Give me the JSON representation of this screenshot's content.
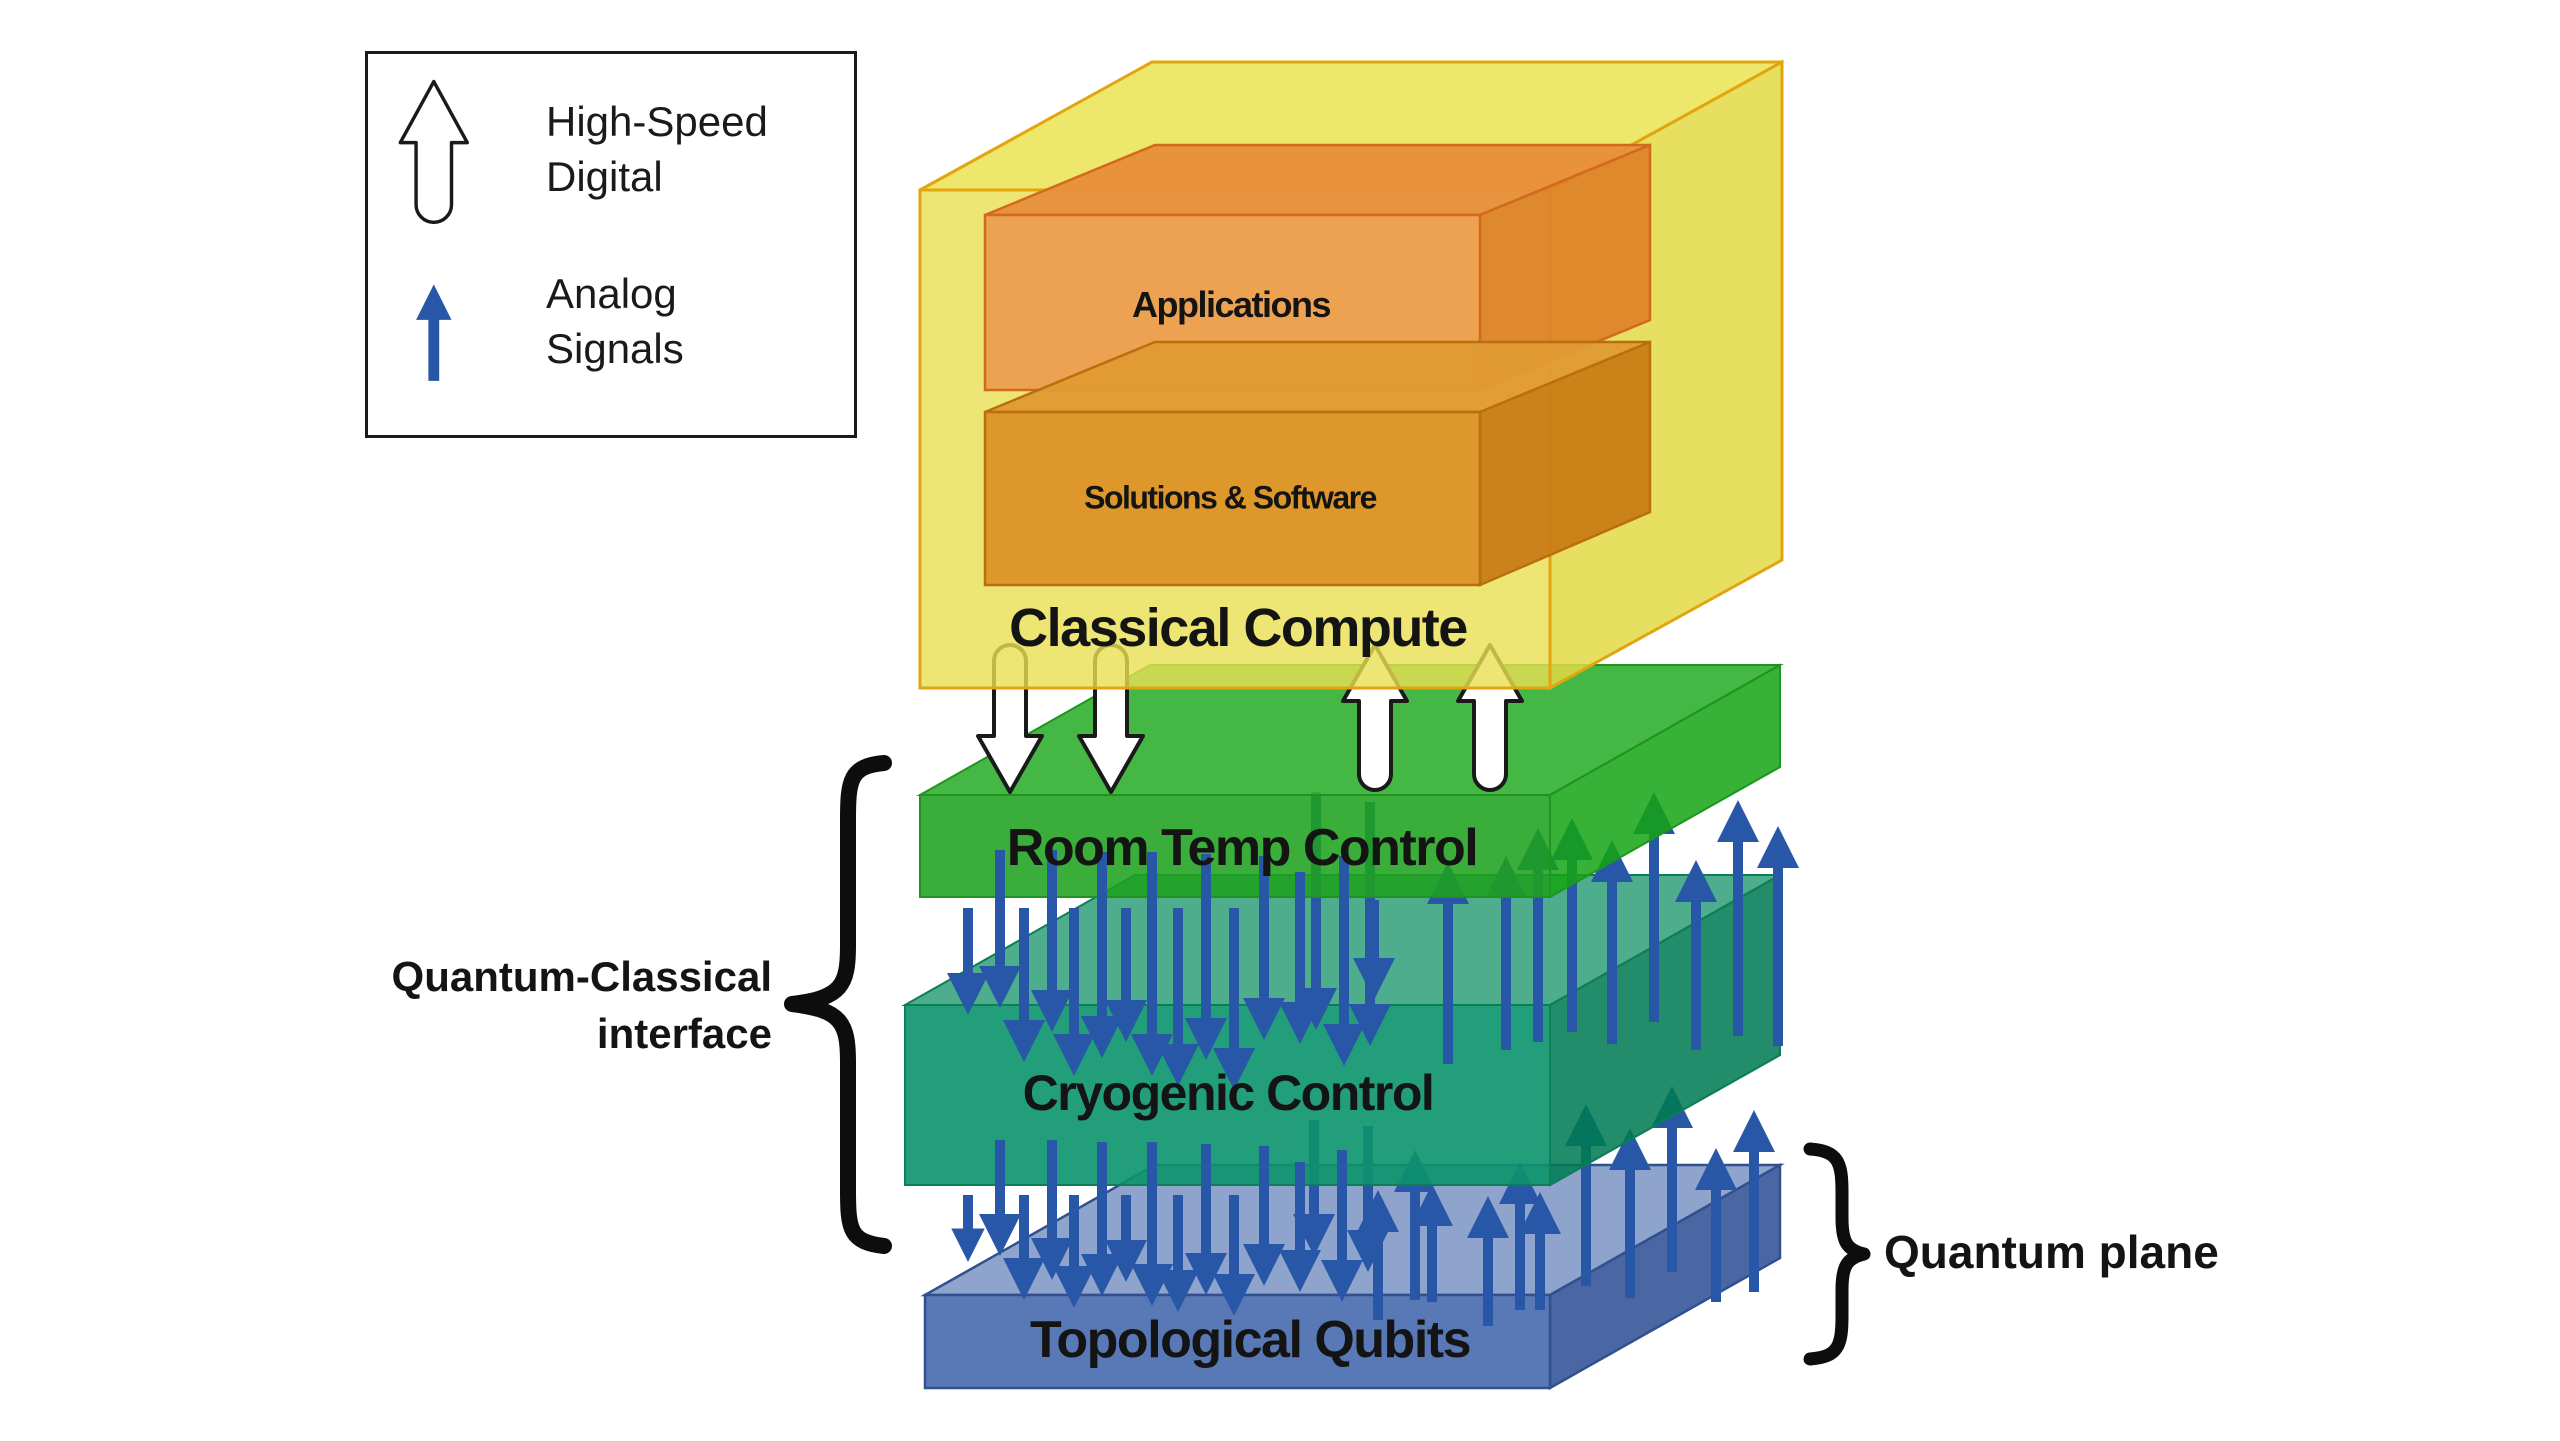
{
  "legend": {
    "items": [
      {
        "icon": "high-speed-digital-arrow-icon",
        "lines": [
          "High-Speed",
          "Digital"
        ]
      },
      {
        "icon": "analog-signals-arrow-icon",
        "lines": [
          "Analog",
          "Signals"
        ]
      }
    ]
  },
  "stack": {
    "classical_compute": {
      "label": "Classical Compute",
      "sub_boxes": [
        {
          "label": "Applications"
        },
        {
          "label": "Solutions & Software"
        }
      ]
    },
    "room_temp_control": {
      "label": "Room Temp Control"
    },
    "cryogenic_control": {
      "label": "Cryogenic Control"
    },
    "topological_qubits": {
      "label": "Topological Qubits"
    }
  },
  "annotations": {
    "quantum_classical_interface": {
      "lines": [
        "Quantum-Classical",
        "interface"
      ]
    },
    "quantum_plane": {
      "label": "Quantum plane"
    }
  },
  "colors": {
    "background": "#FFFFFF",
    "classical_compute_yellow": "#E9E155",
    "applications_orange": "#EB9A4C",
    "solutions_orange": "#DD9226",
    "room_temp_green": "#2FAC2F",
    "cryogenic_teal": "#189A70",
    "qubits_blue": "#5C7AB6",
    "analog_arrow_blue": "#2857A8",
    "digital_arrow_white": "#FFFFFF",
    "outline_black": "#1A1A1A"
  },
  "arrows": {
    "digital": {
      "down": [
        [
          1010,
          645,
          792
        ],
        [
          1111,
          645,
          792
        ]
      ],
      "up": [
        [
          1375,
          790,
          645
        ],
        [
          1490,
          790,
          645
        ]
      ]
    },
    "analog_behind_teal": {
      "down": [
        [
          1314,
          1120,
          1256
        ],
        [
          1368,
          1126,
          1272
        ]
      ],
      "up": [
        [
          1586,
          1286,
          1104
        ],
        [
          1630,
          1298,
          1128
        ],
        [
          1672,
          1272,
          1086
        ],
        [
          1415,
          1300,
          1150
        ],
        [
          1520,
          1310,
          1162
        ]
      ]
    },
    "analog_behind_green": {
      "down": [
        [
          1316,
          792,
          1030
        ],
        [
          1370,
          802,
          1046
        ]
      ],
      "up": [
        [
          1448,
          1064,
          862
        ],
        [
          1506,
          1050,
          856
        ],
        [
          1538,
          1042,
          828
        ],
        [
          1572,
          1032,
          818
        ],
        [
          1612,
          1044,
          840
        ],
        [
          1654,
          1022,
          792
        ]
      ]
    },
    "analog_front": {
      "green_teal_down": [
        [
          968,
          908,
          1015
        ],
        [
          1000,
          850,
          1008
        ],
        [
          1024,
          908,
          1062
        ],
        [
          1052,
          850,
          1032
        ],
        [
          1074,
          908,
          1076
        ],
        [
          1102,
          852,
          1058
        ],
        [
          1126,
          908,
          1042
        ],
        [
          1152,
          852,
          1076
        ],
        [
          1178,
          908,
          1086
        ],
        [
          1206,
          854,
          1060
        ],
        [
          1234,
          908,
          1090
        ],
        [
          1264,
          856,
          1040
        ],
        [
          1300,
          872,
          1044
        ],
        [
          1344,
          856,
          1066
        ],
        [
          1374,
          900,
          1000
        ]
      ],
      "green_teal_up": [
        [
          1696,
          1050,
          860
        ],
        [
          1738,
          1036,
          800
        ],
        [
          1778,
          1046,
          826
        ]
      ],
      "teal_blue_down": [
        [
          968,
          1195,
          1262
        ],
        [
          1000,
          1140,
          1256
        ],
        [
          1024,
          1195,
          1300
        ],
        [
          1052,
          1140,
          1280
        ],
        [
          1074,
          1195,
          1308
        ],
        [
          1102,
          1142,
          1296
        ],
        [
          1126,
          1195,
          1282
        ],
        [
          1152,
          1142,
          1306
        ],
        [
          1178,
          1195,
          1312
        ],
        [
          1206,
          1144,
          1295
        ],
        [
          1234,
          1195,
          1316
        ],
        [
          1264,
          1146,
          1286
        ],
        [
          1300,
          1162,
          1292
        ],
        [
          1342,
          1150,
          1302
        ]
      ],
      "teal_blue_up": [
        [
          1378,
          1320,
          1190
        ],
        [
          1432,
          1302,
          1184
        ],
        [
          1488,
          1326,
          1196
        ],
        [
          1540,
          1310,
          1192
        ],
        [
          1716,
          1302,
          1148
        ],
        [
          1754,
          1292,
          1110
        ]
      ]
    }
  }
}
